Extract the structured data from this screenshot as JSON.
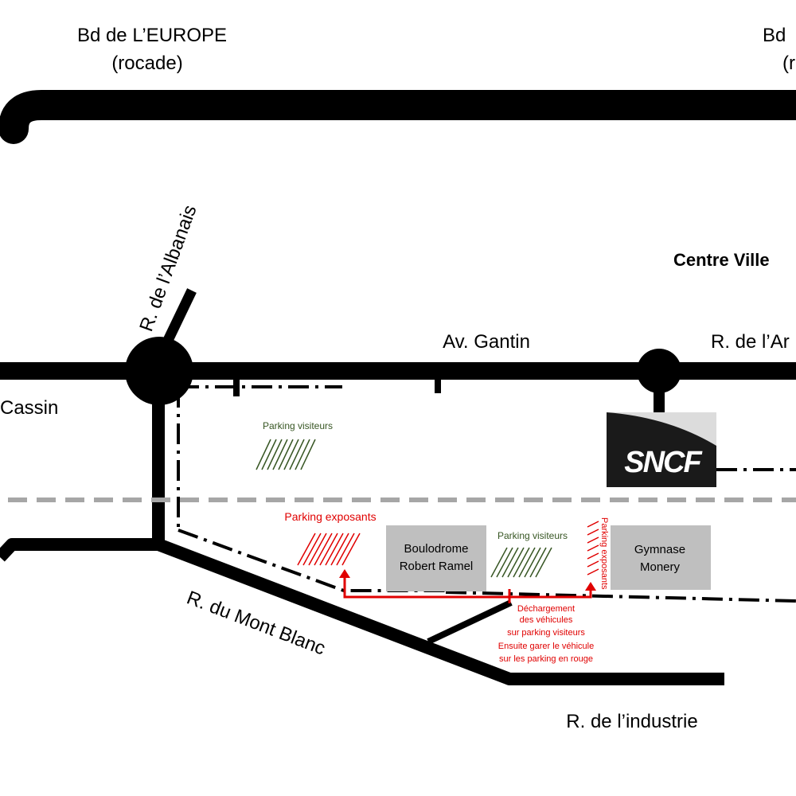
{
  "roads": {
    "bd_europe_left": "Bd de L’EUROPE",
    "bd_europe_left_sub": "(rocade)",
    "bd_europe_right": "Bd",
    "bd_europe_right_sub": "(r",
    "albanais": "R. de l’Albanais",
    "gantin": "Av. Gantin",
    "arve": "R. de l’Ar",
    "cassin": "Cassin",
    "mont_blanc": "R. du Mont Blanc",
    "industrie": "R. de l’industrie"
  },
  "places": {
    "centre_ville": "Centre Ville",
    "sncf": "SNCF",
    "boulodrome_line1": "Boulodrome",
    "boulodrome_line2": "Robert Ramel",
    "gymnase_line1": "Gymnase",
    "gymnase_line2": "Monery"
  },
  "parking": {
    "visiteurs_top": "Parking visiteurs",
    "visiteurs_mid": "Parking visiteurs",
    "exposants_left": "Parking exposants",
    "exposants_right": "Parking exposants"
  },
  "instructions": {
    "line1": "Déchargement",
    "line2": "des véhicules",
    "line3": "sur parking visiteurs",
    "line4": "Ensuite garer le véhicule",
    "line5": "sur les parking en rouge"
  },
  "colors": {
    "road": "#000000",
    "visitor_parking": "#375623",
    "exhibitor_parking": "#e00000",
    "rail": "#a6a6a6",
    "building": "#bfbfbf"
  }
}
